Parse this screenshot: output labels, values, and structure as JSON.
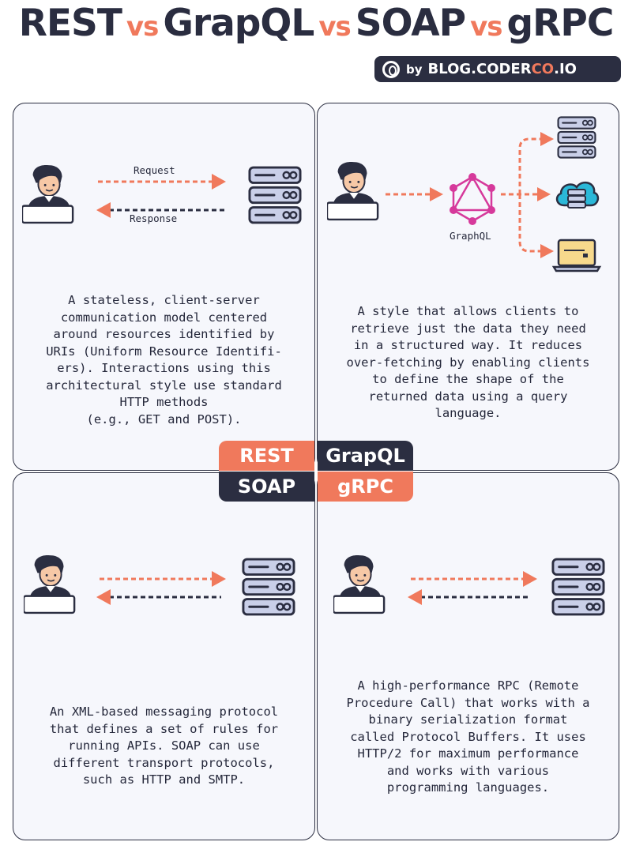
{
  "header": {
    "title_parts": [
      "REST",
      "vs",
      "GrapQL",
      "vs",
      "SOAP",
      "vs",
      "gRPC"
    ],
    "brand": {
      "by": "by",
      "name_main": "BLOG.CODER",
      "name_accent": "CO",
      "name_end": ".IO"
    }
  },
  "quadrants": {
    "rest": {
      "tag": "REST",
      "request_label": "Request",
      "response_label": "Response",
      "description": "A stateless, client-server\ncommunication model centered\naround resources identified by\nURIs (Uniform Resource Identifi-\ners). Interactions using this\narchitectural style use standard\nHTTP methods\n(e.g., GET and POST)."
    },
    "graphql": {
      "tag": "GrapQL",
      "hub_label": "GraphQL",
      "description": "A style that allows clients to\nretrieve just the data they need\nin a structured way. It reduces\nover-fetching by enabling clients\nto define the shape of the\nreturned data using a query\nlanguage."
    },
    "soap": {
      "tag": "SOAP",
      "description": "An XML-based messaging protocol\nthat defines a set of rules for\nrunning APIs. SOAP can use\ndifferent transport protocols,\nsuch as HTTP and SMTP."
    },
    "grpc": {
      "tag": "gRPC",
      "description": "A high-performance RPC (Remote\nProcedure Call) that works with a\nbinary serialization format\ncalled Protocol Buffers. It uses\nHTTP/2 for maximum performance\nand works with various\nprogramming languages."
    }
  },
  "colors": {
    "accent": "#f0795c",
    "dark": "#2b2e41",
    "card_bg": "#f6f7fc",
    "graphql": "#d6399b",
    "server": "#c9cfe8"
  },
  "icons": [
    "user-icon",
    "server-icon",
    "graphql-logo-icon",
    "cloud-database-icon",
    "laptop-icon"
  ]
}
